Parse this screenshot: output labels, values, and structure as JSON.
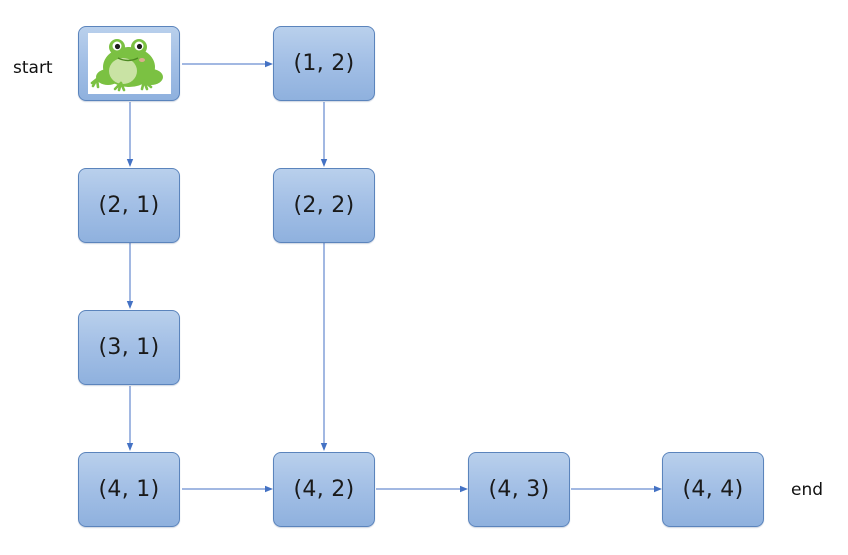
{
  "labels": {
    "start": "start",
    "end": "end"
  },
  "nodes": {
    "n12": "(1, 2)",
    "n21": "(2, 1)",
    "n22": "(2, 2)",
    "n31": "(3, 1)",
    "n41": "(4, 1)",
    "n42": "(4, 2)",
    "n43": "(4, 3)",
    "n44": "(4, 4)"
  },
  "start_icon": "frog-icon",
  "colors": {
    "node_fill_top": "#b9d0ec",
    "node_fill_bottom": "#8fb1de",
    "node_border": "#5b84bc",
    "edge": "#4472c4",
    "frog_green": "#7bc142",
    "frog_light": "#c9e3a4"
  }
}
